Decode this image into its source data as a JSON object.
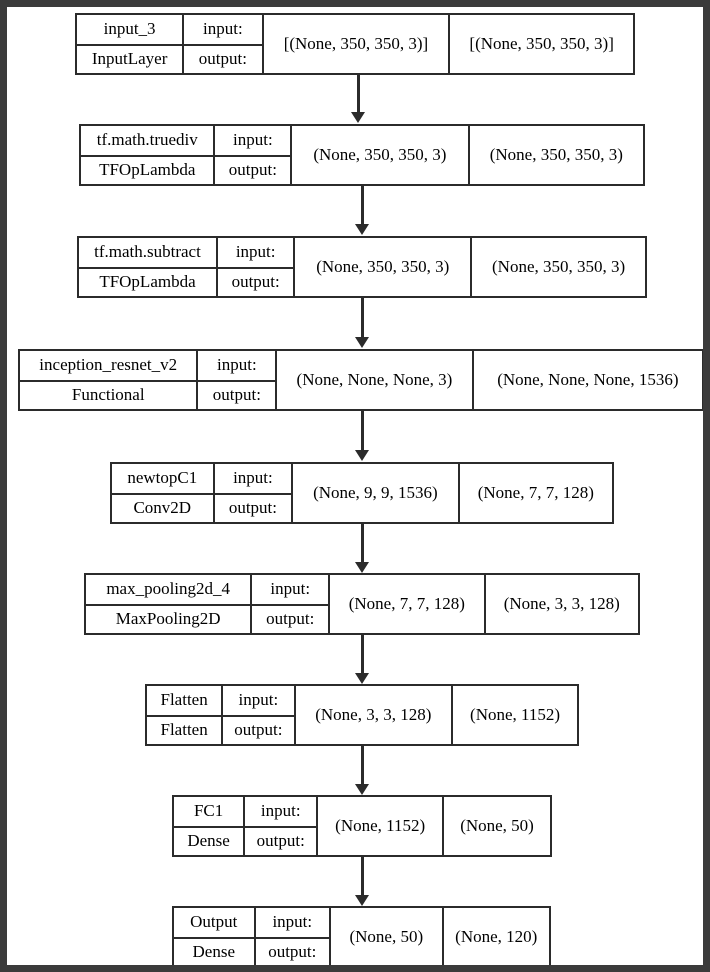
{
  "diagram": {
    "title": "Keras model architecture plot",
    "border_color": "#3b3b3b",
    "node_border_color": "#2b2b2b",
    "background": "#ffffff",
    "io_labels": {
      "input": "input:",
      "output": "output:"
    },
    "nodes": [
      {
        "id": "input_3",
        "name": "input_3",
        "type": "InputLayer",
        "input_label": "input:",
        "output_label": "output:",
        "input_shape": "[(None, 350, 350, 3)]",
        "output_shape": "[(None, 350, 350, 3)]"
      },
      {
        "id": "tf_math_truediv",
        "name": "tf.math.truediv",
        "type": "TFOpLambda",
        "input_label": "input:",
        "output_label": "output:",
        "input_shape": "(None, 350, 350, 3)",
        "output_shape": "(None, 350, 350, 3)"
      },
      {
        "id": "tf_math_subtract",
        "name": "tf.math.subtract",
        "type": "TFOpLambda",
        "input_label": "input:",
        "output_label": "output:",
        "input_shape": "(None, 350, 350, 3)",
        "output_shape": "(None, 350, 350, 3)"
      },
      {
        "id": "inception_resnet_v2",
        "name": "inception_resnet_v2",
        "type": "Functional",
        "input_label": "input:",
        "output_label": "output:",
        "input_shape": "(None, None, None, 3)",
        "output_shape": "(None, None, None, 1536)"
      },
      {
        "id": "newtopC1",
        "name": "newtopC1",
        "type": "Conv2D",
        "input_label": "input:",
        "output_label": "output:",
        "input_shape": "(None, 9, 9, 1536)",
        "output_shape": "(None, 7, 7, 128)"
      },
      {
        "id": "max_pooling2d_4",
        "name": "max_pooling2d_4",
        "type": "MaxPooling2D",
        "input_label": "input:",
        "output_label": "output:",
        "input_shape": "(None, 7, 7, 128)",
        "output_shape": "(None, 3, 3, 128)"
      },
      {
        "id": "Flatten",
        "name": "Flatten",
        "type": "Flatten",
        "input_label": "input:",
        "output_label": "output:",
        "input_shape": "(None, 3, 3, 128)",
        "output_shape": "(None, 1152)"
      },
      {
        "id": "FC1",
        "name": "FC1",
        "type": "Dense",
        "input_label": "input:",
        "output_label": "output:",
        "input_shape": "(None, 1152)",
        "output_shape": "(None, 50)"
      },
      {
        "id": "Output",
        "name": "Output",
        "type": "Dense",
        "input_label": "input:",
        "output_label": "output:",
        "input_shape": "(None, 50)",
        "output_shape": "(None, 120)"
      }
    ],
    "edges": [
      {
        "from": "input_3",
        "to": "tf_math_truediv"
      },
      {
        "from": "tf_math_truediv",
        "to": "tf_math_subtract"
      },
      {
        "from": "tf_math_subtract",
        "to": "inception_resnet_v2"
      },
      {
        "from": "inception_resnet_v2",
        "to": "newtopC1"
      },
      {
        "from": "newtopC1",
        "to": "max_pooling2d_4"
      },
      {
        "from": "max_pooling2d_4",
        "to": "Flatten"
      },
      {
        "from": "Flatten",
        "to": "FC1"
      },
      {
        "from": "FC1",
        "to": "Output"
      }
    ]
  }
}
